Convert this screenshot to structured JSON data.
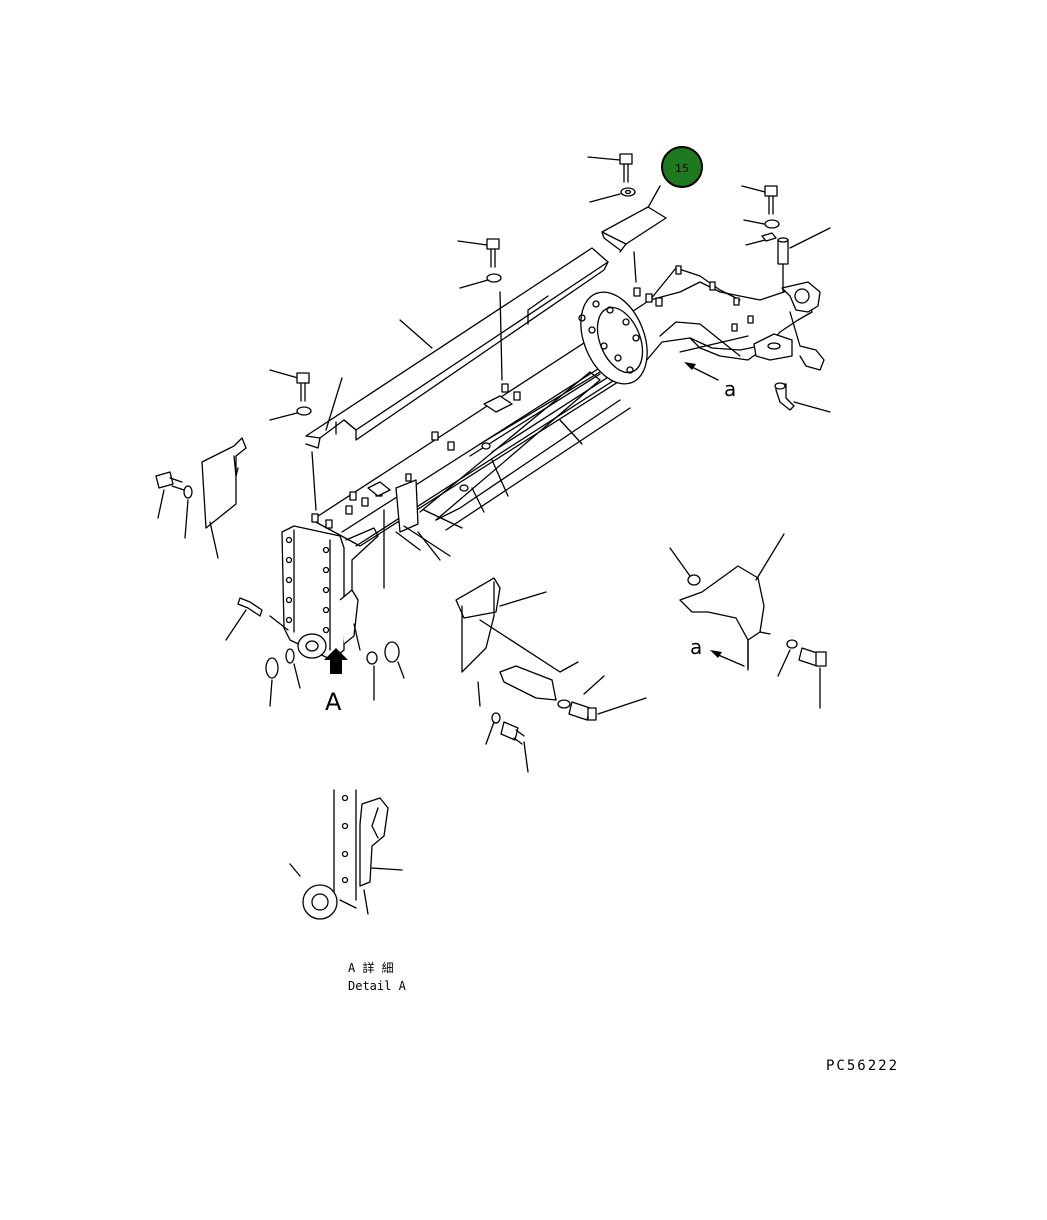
{
  "diagram": {
    "callout": {
      "number": "15",
      "fill": "#1f7a1f",
      "ring": "#000000",
      "text_color": "#ffffff"
    },
    "view_marker_a_upper": "a",
    "view_marker_a_lower": "a",
    "detail_arrow_label": "A",
    "detail_caption_jp": "A 詳 細",
    "detail_caption_en": "Detail A",
    "drawing_code": "PC56222"
  }
}
